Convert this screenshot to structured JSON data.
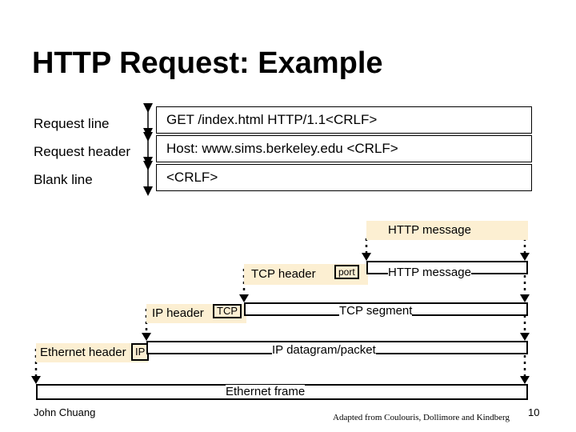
{
  "title": "HTTP Request: Example",
  "request": {
    "rows": [
      {
        "label": "Request line",
        "content": "GET /index.html HTTP/1.1<CRLF>"
      },
      {
        "label": "Request header",
        "content": "Host: www.sims.berkeley.edu <CRLF>"
      },
      {
        "label": "Blank line",
        "content": "<CRLF>"
      }
    ]
  },
  "encapsulation": {
    "http_message_top": "HTTP message",
    "tcp_header": "TCP header",
    "port": "port",
    "http_message": "HTTP message",
    "ip_header": "IP header",
    "tcp_tag": "TCP",
    "tcp_segment": "TCP segment",
    "ethernet_header": "Ethernet header",
    "ip_tag": "IP",
    "ip_datagram": "IP datagram/packet",
    "ethernet_frame": "Ethernet frame"
  },
  "colors": {
    "shade": "#fcefd2",
    "line": "#000000"
  },
  "footer": {
    "author": "John Chuang",
    "credit": "Adapted from Coulouris, Dollimore and Kindberg",
    "page": "10"
  }
}
